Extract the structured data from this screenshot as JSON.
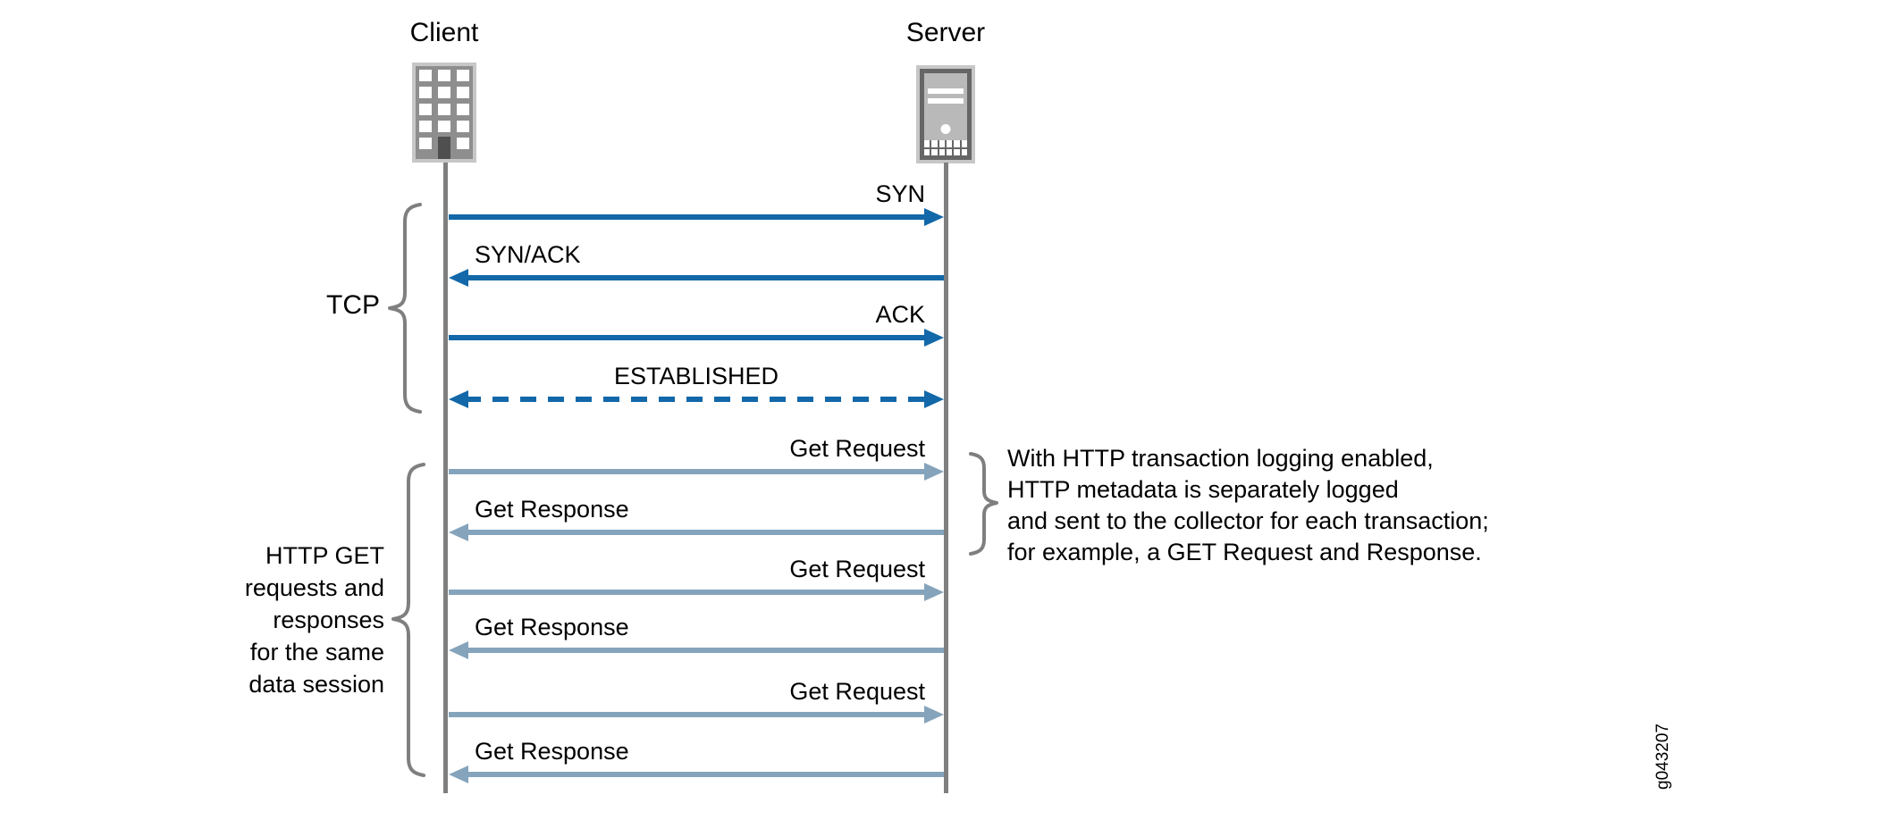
{
  "colors": {
    "tcp_arrow": "#1268a8",
    "http_arrow": "#85a4bc",
    "line_gray": "#7f7f7f"
  },
  "actors": {
    "client": {
      "label": "Client",
      "icon": "building-icon"
    },
    "server": {
      "label": "Server",
      "icon": "server-tower-icon"
    }
  },
  "tcp_group": {
    "label": "TCP"
  },
  "http_group": {
    "lines": [
      "HTTP GET",
      "requests and",
      "responses",
      "for the same",
      "data session"
    ]
  },
  "messages": [
    {
      "label": "SYN",
      "from": "client",
      "to": "server",
      "line": "solid",
      "protocol": "tcp"
    },
    {
      "label": "SYN/ACK",
      "from": "server",
      "to": "client",
      "line": "solid",
      "protocol": "tcp"
    },
    {
      "label": "ACK",
      "from": "client",
      "to": "server",
      "line": "solid",
      "protocol": "tcp"
    },
    {
      "label": "ESTABLISHED",
      "from": "both",
      "to": "both",
      "line": "dashed",
      "protocol": "tcp"
    },
    {
      "label": "Get Request",
      "from": "client",
      "to": "server",
      "line": "solid",
      "protocol": "http"
    },
    {
      "label": "Get Response",
      "from": "server",
      "to": "client",
      "line": "solid",
      "protocol": "http"
    },
    {
      "label": "Get Request",
      "from": "client",
      "to": "server",
      "line": "solid",
      "protocol": "http"
    },
    {
      "label": "Get Response",
      "from": "server",
      "to": "client",
      "line": "solid",
      "protocol": "http"
    },
    {
      "label": "Get Request",
      "from": "client",
      "to": "server",
      "line": "solid",
      "protocol": "http"
    },
    {
      "label": "Get Response",
      "from": "server",
      "to": "client",
      "line": "solid",
      "protocol": "http"
    }
  ],
  "annotation": {
    "lines": [
      "With HTTP transaction logging enabled,",
      "HTTP metadata is separately logged",
      "and sent to the collector for each transaction;",
      "for example, a GET Request and Response."
    ]
  },
  "figure_id": "g043207"
}
